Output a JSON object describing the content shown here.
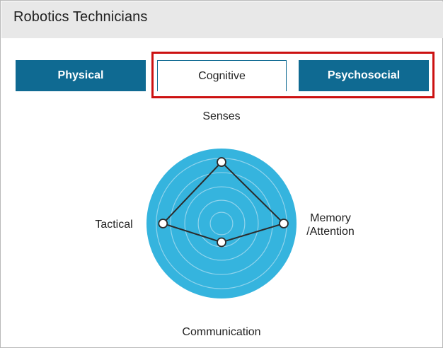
{
  "header": {
    "title": "Robotics Technicians"
  },
  "tabs": [
    {
      "label": "Physical"
    },
    {
      "label": "Cognitive"
    },
    {
      "label": "Psychosocial"
    }
  ],
  "colors": {
    "tab_fill": "#0f6a92",
    "radar_fill": "#35b4de",
    "ring": "#8fd3ec",
    "highlight": "#cc1111"
  },
  "chart_data": {
    "type": "radar",
    "axes": [
      {
        "label": "Senses",
        "value": 0.82
      },
      {
        "label": "Memory\n/Attention",
        "value": 0.83
      },
      {
        "label": "Communication",
        "value": 0.25
      },
      {
        "label": "Tactical",
        "value": 0.78
      }
    ],
    "max": 1,
    "rings": 5
  }
}
